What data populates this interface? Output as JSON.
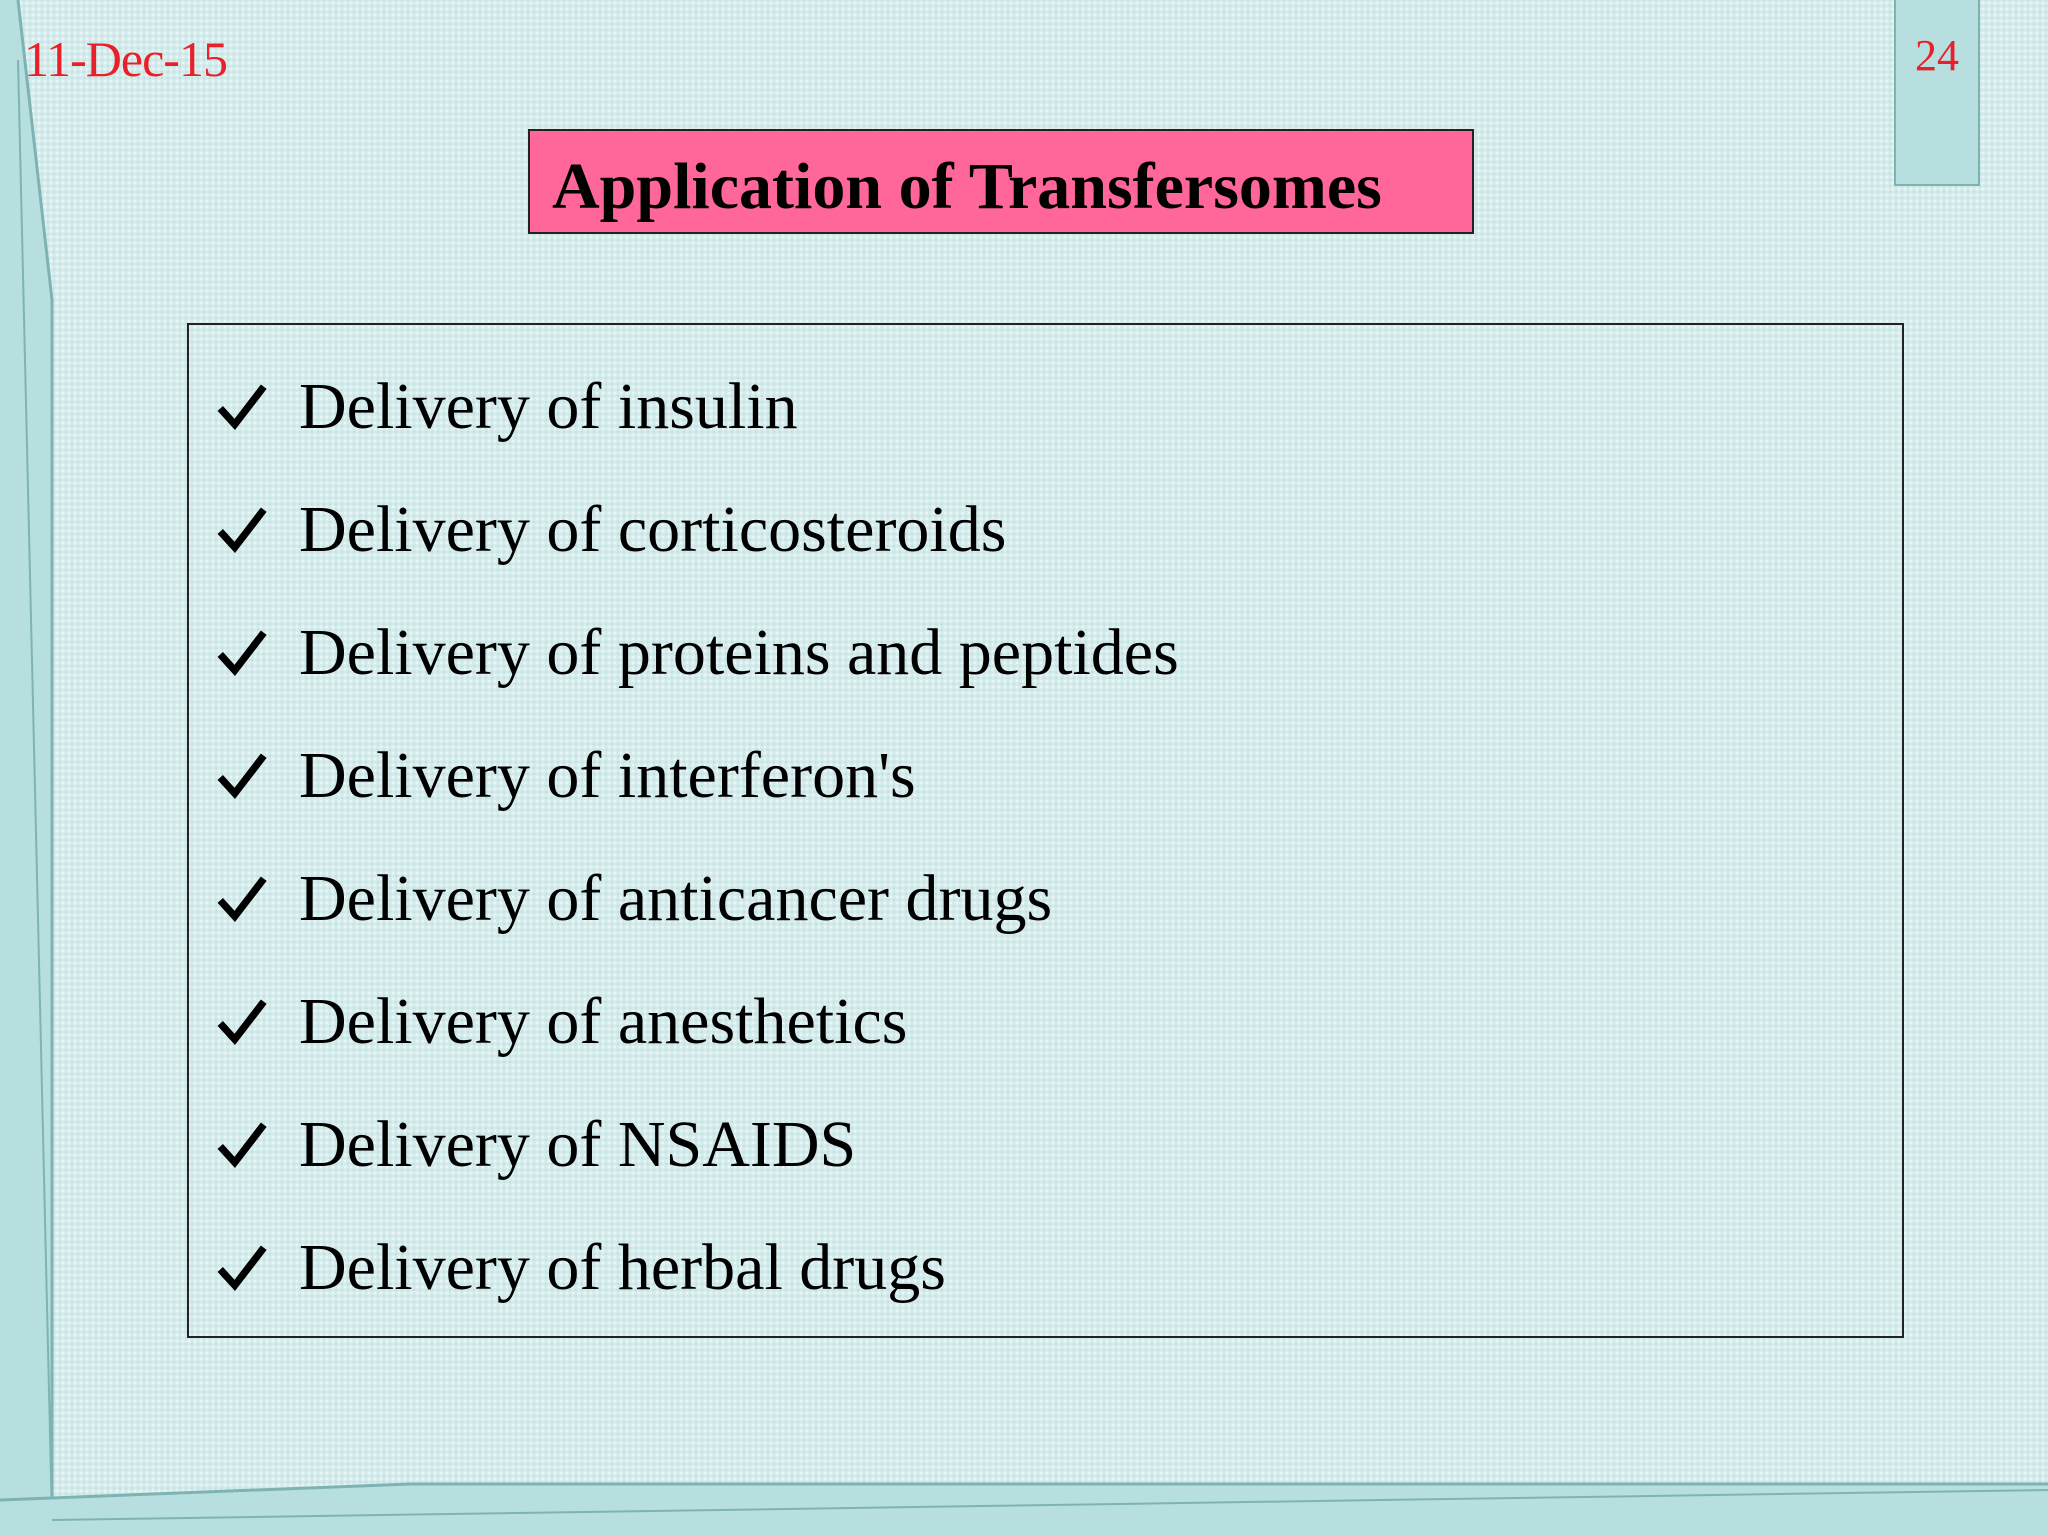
{
  "slide": {
    "date": "11-Dec-15",
    "page_number": "24",
    "title": "Application of Transfersomes",
    "items": [
      "Delivery of insulin",
      "Delivery of corticosteroids",
      "Delivery of proteins and peptides",
      "Delivery of interferon's",
      "Delivery of anticancer drugs",
      "Delivery of anesthetics",
      "Delivery of NSAIDS",
      "Delivery of herbal drugs"
    ]
  },
  "colors": {
    "title_background": "#ff6699",
    "date_and_page_number": "#e8202a",
    "background": "#d6ecec"
  },
  "icons": {
    "bullet": "checkmark-icon"
  }
}
